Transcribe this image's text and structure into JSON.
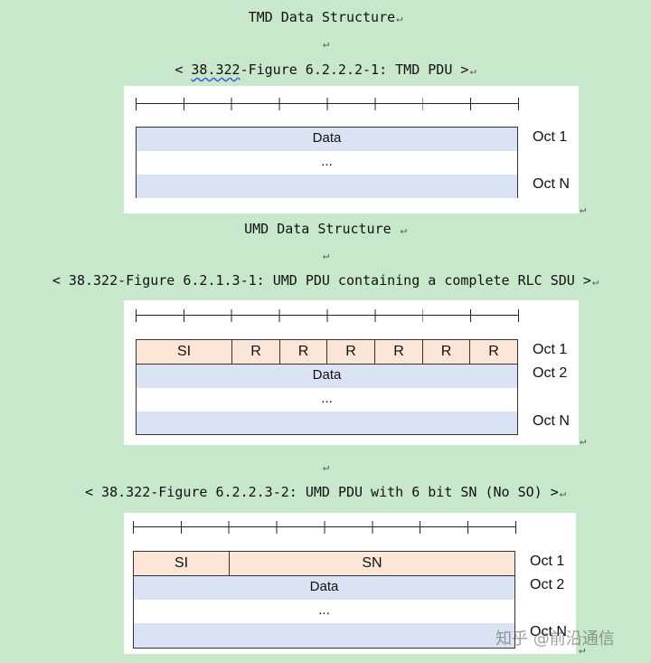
{
  "return_mark": "↵",
  "tmd": {
    "title": "TMD Data Structure",
    "caption_pre": "< ",
    "caption_ref": "38.322",
    "caption_rest": "-Figure 6.2.2.2-1: TMD PDU >",
    "rows": [
      "Data",
      "...",
      ""
    ],
    "labels": [
      "Oct 1",
      "Oct N"
    ]
  },
  "umd": {
    "title": "UMD Data Structure ",
    "caption": "< 38.322-Figure 6.2.1.3-1: UMD PDU containing a complete RLC SDU >",
    "header": {
      "si": "SI",
      "r": [
        "R",
        "R",
        "R",
        "R",
        "R",
        "R"
      ]
    },
    "rows": [
      "Data",
      "...",
      ""
    ],
    "labels": [
      "Oct 1",
      "Oct 2",
      "Oct N"
    ]
  },
  "umd6": {
    "caption": "< 38.322-Figure 6.2.2.3-2: UMD PDU with 6 bit SN (No SO) >",
    "header": {
      "si": "SI",
      "sn": "SN"
    },
    "rows": [
      "Data",
      "...",
      ""
    ],
    "labels": [
      "Oct 1",
      "Oct 2",
      "Oct N"
    ]
  },
  "watermark": "知乎 @前沿通信"
}
